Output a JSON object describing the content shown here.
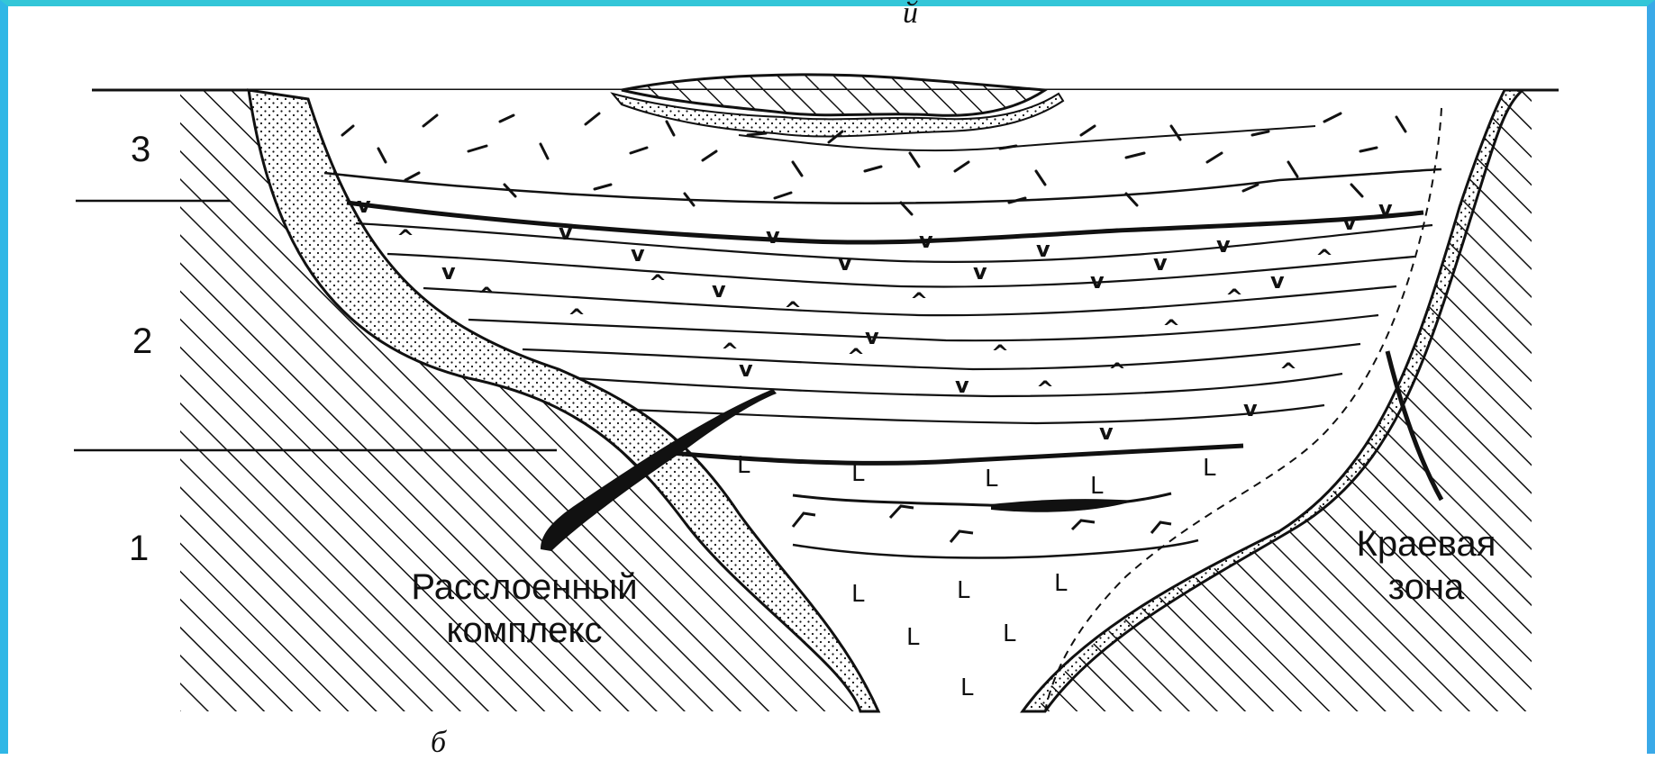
{
  "fragments": {
    "top": "й",
    "bottom": "б"
  },
  "zones": [
    {
      "id": "zone-3",
      "label": "3"
    },
    {
      "id": "zone-2",
      "label": "2"
    },
    {
      "id": "zone-1",
      "label": "1"
    }
  ],
  "annotations": {
    "layered": {
      "line1": "Расслоенный",
      "line2": "комплекс"
    },
    "marginal": {
      "line1": "Краевая",
      "line2": "зона"
    }
  },
  "symbols": {
    "v": "v",
    "caret": "^",
    "l": "L"
  },
  "colors": {
    "ink": "#111111",
    "frame_top": "#33c6d8",
    "frame_side": "#2fb7e6"
  }
}
